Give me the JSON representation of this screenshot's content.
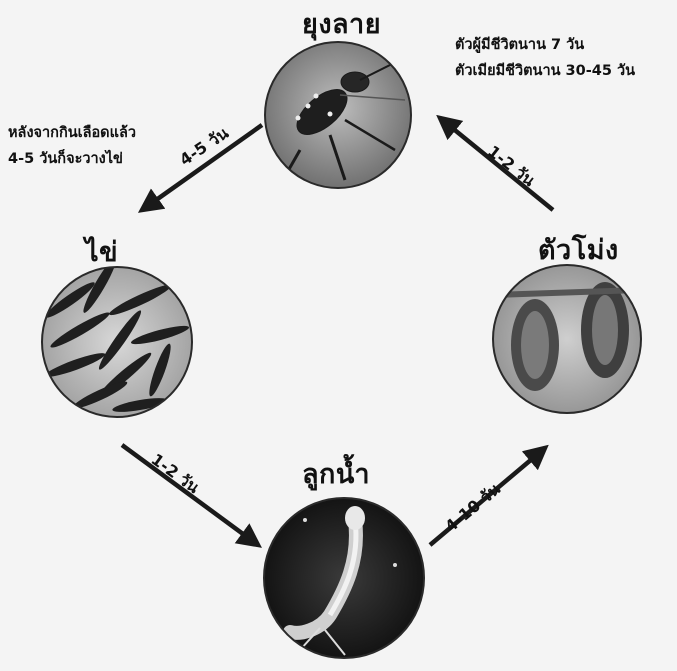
{
  "stages": {
    "adult": "ยุงลาย",
    "egg": "ไข่",
    "larva": "ลูกน้ำ",
    "pupa": "ตัวโม่ง"
  },
  "notes": {
    "adult_lifespan": [
      "ตัวผู้มีชีวิตนาน 7 วัน",
      "ตัวเมียมีชีวิตนาน 30-45 วัน"
    ],
    "egg_laying": [
      "หลังจากกินเลือดแล้ว",
      "4-5 วันก็จะวางไข่"
    ]
  },
  "durations": {
    "adult_to_egg": "4-5 วัน",
    "egg_to_larva": "1-2 วัน",
    "larva_to_pupa": "4-10 วัน",
    "pupa_to_adult": "1-2 วัน"
  },
  "colors": {
    "ink": "#1a1a1a",
    "background": "#f4f4f4"
  }
}
